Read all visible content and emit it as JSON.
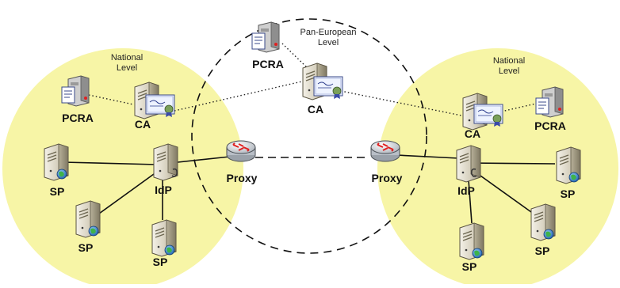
{
  "levels": {
    "left": [
      "National",
      "Level"
    ],
    "center": [
      "Pan-European",
      "Level"
    ],
    "right": [
      "National",
      "Level"
    ]
  },
  "labels": {
    "pcra": "PCRA",
    "ca": "CA",
    "proxy": "Proxy",
    "idp": "IdP",
    "sp": "SP"
  },
  "colors": {
    "national_fill": "#f7f5a6",
    "server_body": "#d9d4c3",
    "router_body": "#dfe3e8",
    "router_arrows": "#e02020",
    "globe": "#2f7fd0",
    "line": "#222222"
  },
  "icons": [
    "server-icon",
    "pcra-server-icon",
    "certificate-icon",
    "router-icon",
    "globe-icon"
  ]
}
